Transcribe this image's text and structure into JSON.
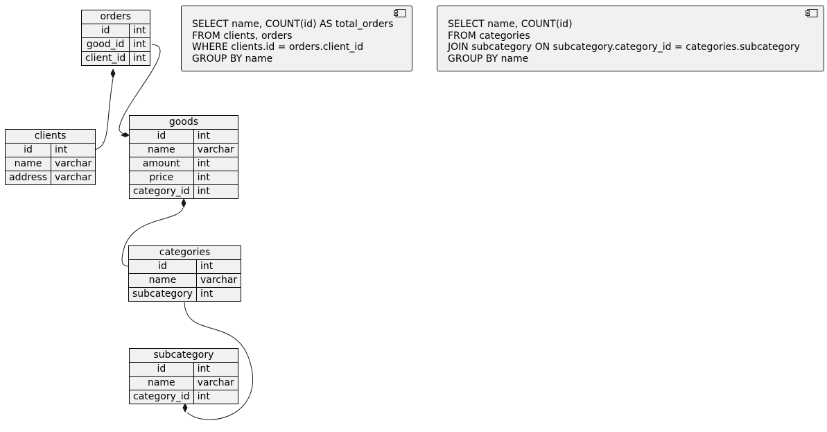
{
  "entities": {
    "orders": {
      "title": "orders",
      "fields": [
        {
          "name": "id",
          "type": "int"
        },
        {
          "name": "good_id",
          "type": "int"
        },
        {
          "name": "client_id",
          "type": "int"
        }
      ]
    },
    "clients": {
      "title": "clients",
      "fields": [
        {
          "name": "id",
          "type": "int"
        },
        {
          "name": "name",
          "type": "varchar"
        },
        {
          "name": "address",
          "type": "varchar"
        }
      ]
    },
    "goods": {
      "title": "goods",
      "fields": [
        {
          "name": "id",
          "type": "int"
        },
        {
          "name": "name",
          "type": "varchar"
        },
        {
          "name": "amount",
          "type": "int"
        },
        {
          "name": "price",
          "type": "int"
        },
        {
          "name": "category_id",
          "type": "int"
        }
      ]
    },
    "categories": {
      "title": "categories",
      "fields": [
        {
          "name": "id",
          "type": "int"
        },
        {
          "name": "name",
          "type": "varchar"
        },
        {
          "name": "subcategory",
          "type": "int"
        }
      ]
    },
    "subcategory": {
      "title": "subcategory",
      "fields": [
        {
          "name": "id",
          "type": "int"
        },
        {
          "name": "name",
          "type": "varchar"
        },
        {
          "name": "category_id",
          "type": "int"
        }
      ]
    }
  },
  "queries": {
    "q1": "SELECT name, COUNT(id) AS total_orders\nFROM clients, orders\nWHERE clients.id = orders.client_id\nGROUP BY name",
    "q2": "SELECT name, COUNT(id)\nFROM categories\nJOIN subcategory ON subcategory.category_id = categories.subcategory\nGROUP BY name"
  },
  "icons": {
    "component": "component-icon",
    "composition": "filled-diamond-icon"
  },
  "colors": {
    "box_fill": "#f1f1f1",
    "line": "#181818"
  }
}
